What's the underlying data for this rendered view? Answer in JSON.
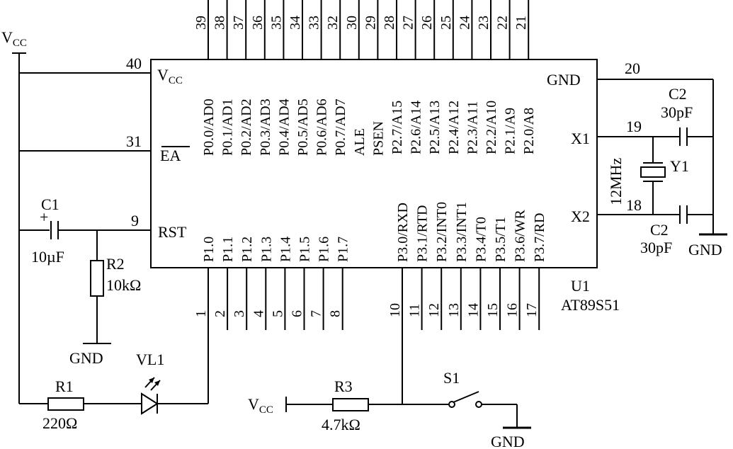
{
  "title": "",
  "chip": {
    "ref": "U1",
    "part": "AT89S51",
    "left_pins": [
      {
        "num": "40",
        "label": "VCC"
      },
      {
        "num": "31",
        "label": "EA"
      },
      {
        "num": "9",
        "label": "RST"
      }
    ],
    "right_pins": [
      {
        "num": "20",
        "label": "GND"
      },
      {
        "num": "19",
        "label": "X1"
      },
      {
        "num": "18",
        "label": "X2"
      }
    ],
    "top_pins": [
      {
        "num": "39",
        "label": "P0.0/AD0"
      },
      {
        "num": "38",
        "label": "P0.1/AD1"
      },
      {
        "num": "37",
        "label": "P0.2/AD2"
      },
      {
        "num": "36",
        "label": "P0.3/AD3"
      },
      {
        "num": "35",
        "label": "P0.4/AD4"
      },
      {
        "num": "34",
        "label": "P0.5/AD5"
      },
      {
        "num": "33",
        "label": "P0.6/AD6"
      },
      {
        "num": "32",
        "label": "P0.7/AD7"
      },
      {
        "num": "30",
        "label": "ALE"
      },
      {
        "num": "29",
        "label": "PSEN"
      },
      {
        "num": "28",
        "label": "P2.7/A15"
      },
      {
        "num": "27",
        "label": "P2.6/A14"
      },
      {
        "num": "26",
        "label": "P2.5/A13"
      },
      {
        "num": "25",
        "label": "P2.4/A12"
      },
      {
        "num": "24",
        "label": "P2.3/A11"
      },
      {
        "num": "23",
        "label": "P2.2/A10"
      },
      {
        "num": "22",
        "label": "P2.1/A9"
      },
      {
        "num": "21",
        "label": "P2.0/A8"
      }
    ],
    "bottom_pins": [
      {
        "num": "1",
        "label": "P1.0"
      },
      {
        "num": "2",
        "label": "P1.1"
      },
      {
        "num": "3",
        "label": "P1.2"
      },
      {
        "num": "4",
        "label": "P1.3"
      },
      {
        "num": "5",
        "label": "P1.4"
      },
      {
        "num": "6",
        "label": "P1.5"
      },
      {
        "num": "7",
        "label": "P1.6"
      },
      {
        "num": "8",
        "label": "P1.7"
      },
      {
        "num": "10",
        "label": "P3.0/RXD"
      },
      {
        "num": "11",
        "label": "P3.1/RTD"
      },
      {
        "num": "12",
        "label": "P3.2/INT0"
      },
      {
        "num": "13",
        "label": "P3.3/INT1"
      },
      {
        "num": "14",
        "label": "P3.4/T0"
      },
      {
        "num": "15",
        "label": "P3.5/T1"
      },
      {
        "num": "16",
        "label": "P3.6/WR"
      },
      {
        "num": "17",
        "label": "P3.7/RD"
      }
    ]
  },
  "components": {
    "vcc_label_main": "V",
    "vcc_sub": "CC",
    "c1_name": "C1",
    "c1_value": "10µF",
    "c1_polarity": "+",
    "r2_name": "R2",
    "r2_value": "10kΩ",
    "gnd_r2": "GND",
    "r1_name": "R1",
    "r1_value": "220Ω",
    "vl1_name": "VL1",
    "r3_name": "R3",
    "r3_value": "4.7kΩ",
    "s1_name": "S1",
    "gnd_s1": "GND",
    "c2_top_name": "C2",
    "c2_top_value": "30pF",
    "c2_bot_name": "C2",
    "c2_bot_value": "30pF",
    "y1_name": "Y1",
    "crystal_freq": "12MHz",
    "gnd_right": "GND"
  }
}
